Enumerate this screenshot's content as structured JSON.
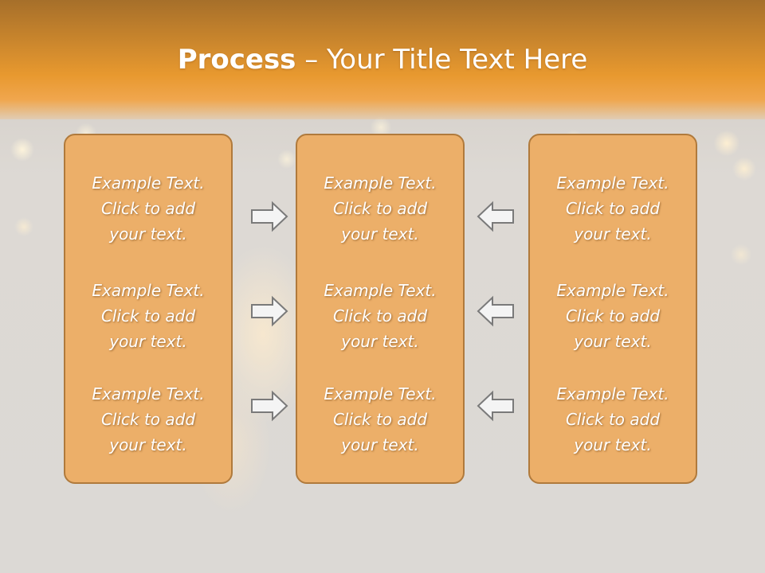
{
  "slide": {
    "title_bold": "Process",
    "title_rest": " – Your Title Text Here"
  },
  "columns": [
    {
      "items": [
        {
          "lines": [
            "Example Text.",
            "Click  to add",
            "your text."
          ]
        },
        {
          "lines": [
            "Example Text.",
            "Click  to add",
            "your text."
          ]
        },
        {
          "lines": [
            "Example Text.",
            "Click  to add",
            "your text."
          ]
        }
      ]
    },
    {
      "items": [
        {
          "lines": [
            "Example Text.",
            "Click  to add",
            "your text."
          ]
        },
        {
          "lines": [
            "Example Text.",
            "Click  to add",
            "your text."
          ]
        },
        {
          "lines": [
            "Example Text.",
            "Click  to add",
            "your text."
          ]
        }
      ]
    },
    {
      "items": [
        {
          "lines": [
            "Example Text.",
            "Click  to add",
            "your text."
          ]
        },
        {
          "lines": [
            "Example Text.",
            "Click  to add",
            "your text."
          ]
        },
        {
          "lines": [
            "Example Text.",
            "Click  to add",
            "your text."
          ]
        }
      ]
    }
  ],
  "arrows": {
    "left_group": [
      "right-arrow",
      "right-arrow",
      "right-arrow"
    ],
    "right_group": [
      "left-arrow",
      "left-arrow",
      "left-arrow"
    ]
  },
  "colors": {
    "header": "#e8992f",
    "box_fill": "#ecaf69",
    "box_border": "#b07a3c",
    "arrow_fill": "#f4f4f4",
    "arrow_stroke": "#7a7a7a"
  }
}
